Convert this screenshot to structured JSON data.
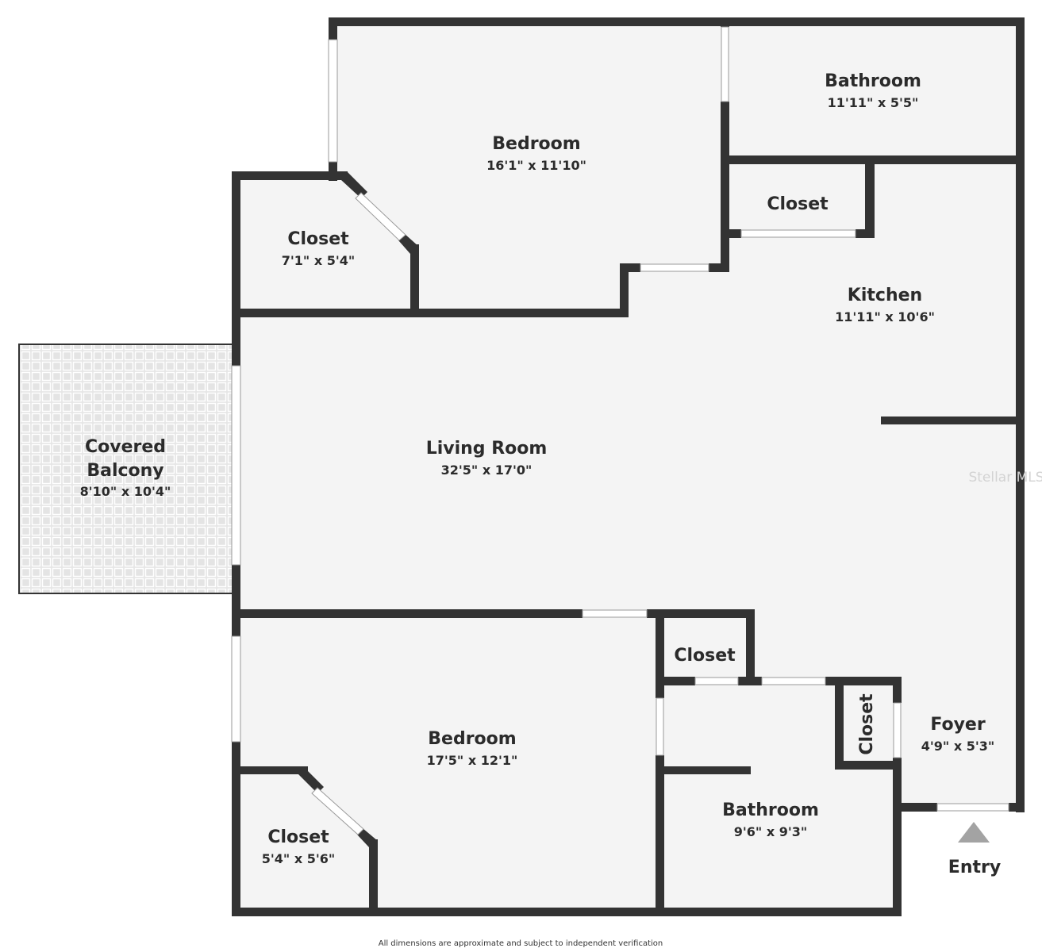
{
  "rooms": {
    "bedroom_top": {
      "name": "Bedroom",
      "dims": "16'1\" x 11'10\""
    },
    "bathroom_top": {
      "name": "Bathroom",
      "dims": "11'11\" x 5'5\""
    },
    "closet_top_left": {
      "name": "Closet",
      "dims": "7'1\" x 5'4\""
    },
    "closet_top_right": {
      "name": "Closet"
    },
    "kitchen": {
      "name": "Kitchen",
      "dims": "11'11\" x 10'6\""
    },
    "balcony": {
      "name_line1": "Covered",
      "name_line2": "Balcony",
      "dims": "8'10\" x 10'4\""
    },
    "living_room": {
      "name": "Living Room",
      "dims": "32'5\" x 17'0\""
    },
    "closet_bottom_mid": {
      "name": "Closet"
    },
    "closet_bottom_right": {
      "name": "Closet"
    },
    "foyer": {
      "name": "Foyer",
      "dims": "4'9\" x 5'3\""
    },
    "bedroom_bottom": {
      "name": "Bedroom",
      "dims": "17'5\" x 12'1\""
    },
    "closet_bottom_left": {
      "name": "Closet",
      "dims": "5'4\" x 5'6\""
    },
    "bathroom_bottom": {
      "name": "Bathroom",
      "dims": "9'6\" x 9'3\""
    }
  },
  "entry_label": "Entry",
  "watermark": "Stellar MLS",
  "disclaimer": "All dimensions are approximate and subject to independent verification",
  "colors": {
    "wall": "#333333",
    "floor": "#f4f4f4",
    "balcony": "#e6e6e6",
    "text": "#2b2b2b"
  }
}
